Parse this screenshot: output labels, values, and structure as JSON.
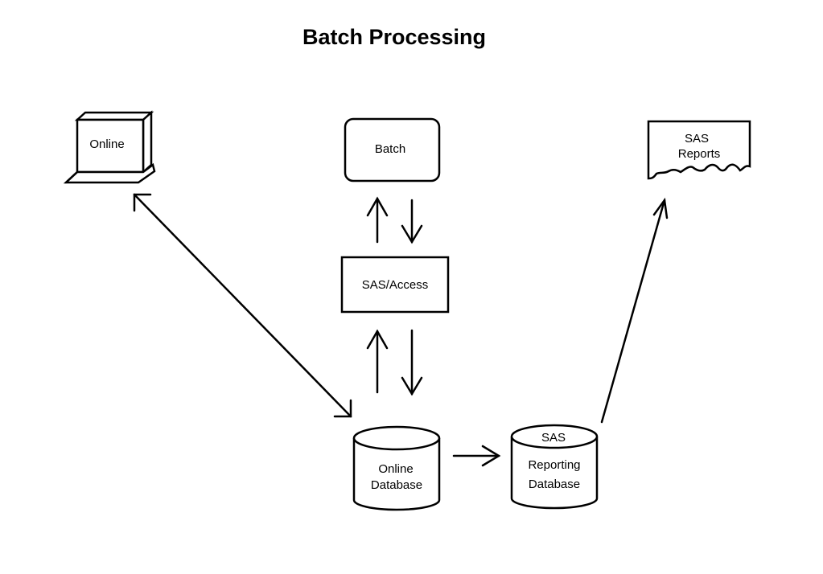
{
  "diagram": {
    "title": "Batch Processing",
    "nodes": {
      "online_terminal": {
        "label": "Online"
      },
      "batch": {
        "label": "Batch"
      },
      "sas_reports": {
        "label_line1": "SAS",
        "label_line2": "Reports"
      },
      "sas_access": {
        "label": "SAS/Access"
      },
      "online_database": {
        "label_line1": "Online",
        "label_line2": "Database"
      },
      "sas_reporting_database": {
        "label_top": "SAS",
        "label_line1": "Reporting",
        "label_line2": "Database"
      }
    },
    "edges": [
      {
        "from": "online_terminal",
        "to": "online_database",
        "direction": "both"
      },
      {
        "from": "sas_access",
        "to": "batch",
        "direction": "forward"
      },
      {
        "from": "batch",
        "to": "sas_access",
        "direction": "forward"
      },
      {
        "from": "online_database",
        "to": "sas_access",
        "direction": "forward"
      },
      {
        "from": "sas_access",
        "to": "online_database",
        "direction": "forward"
      },
      {
        "from": "online_database",
        "to": "sas_reporting_database",
        "direction": "forward"
      },
      {
        "from": "sas_reporting_database",
        "to": "sas_reports",
        "direction": "forward"
      }
    ],
    "colors": {
      "stroke": "#000000",
      "background": "#ffffff"
    }
  }
}
